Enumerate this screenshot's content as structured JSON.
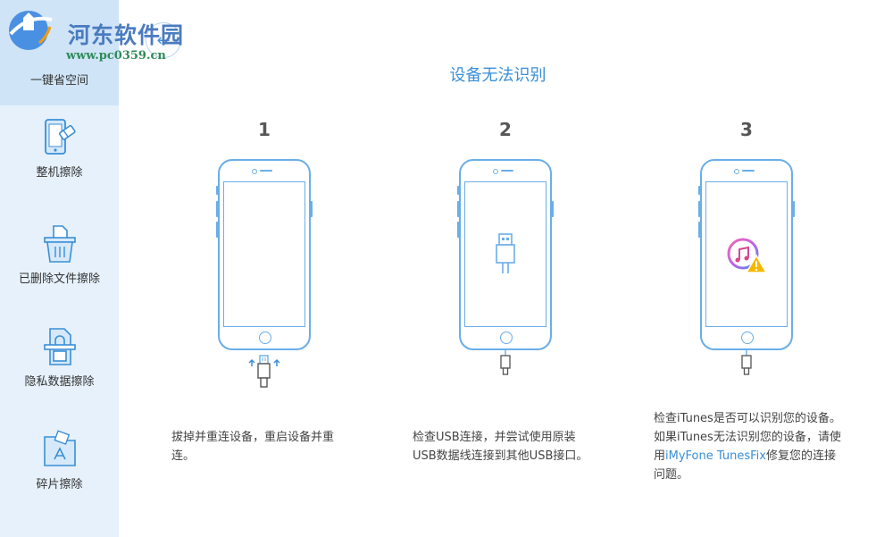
{
  "sidebar": {
    "items": [
      {
        "label": "一键省空间",
        "icon": "broom-icon"
      },
      {
        "label": "整机擦除",
        "icon": "phone-erase-icon"
      },
      {
        "label": "已删除文件擦除",
        "icon": "trash-file-icon"
      },
      {
        "label": "隐私数据擦除",
        "icon": "lock-file-icon"
      },
      {
        "label": "碎片擦除",
        "icon": "folder-app-icon"
      }
    ]
  },
  "watermark": {
    "title": "河东软件园",
    "url": "www.pc0359.cn"
  },
  "header": {
    "back_icon": "back-arrow-icon"
  },
  "main": {
    "title": "设备无法识别",
    "steps": [
      {
        "number": "1",
        "description": "拔掉并重连设备，重启设备并重连。"
      },
      {
        "number": "2",
        "description": "检查USB连接，并尝试使用原装USB数据线连接到其他USB接口。"
      },
      {
        "number": "3",
        "desc_before": "检查iTunes是否可以识别您的设备。如果iTunes无法识别您的设备，请使用",
        "link": "iMyFone TunesFix",
        "desc_after": "修复您的连接问题。"
      }
    ]
  },
  "colors": {
    "accent": "#3a8fd6",
    "sidebar_bg": "#e6f1fb",
    "sidebar_active": "#cfe4f7",
    "phone_outline": "#6aaee8"
  }
}
